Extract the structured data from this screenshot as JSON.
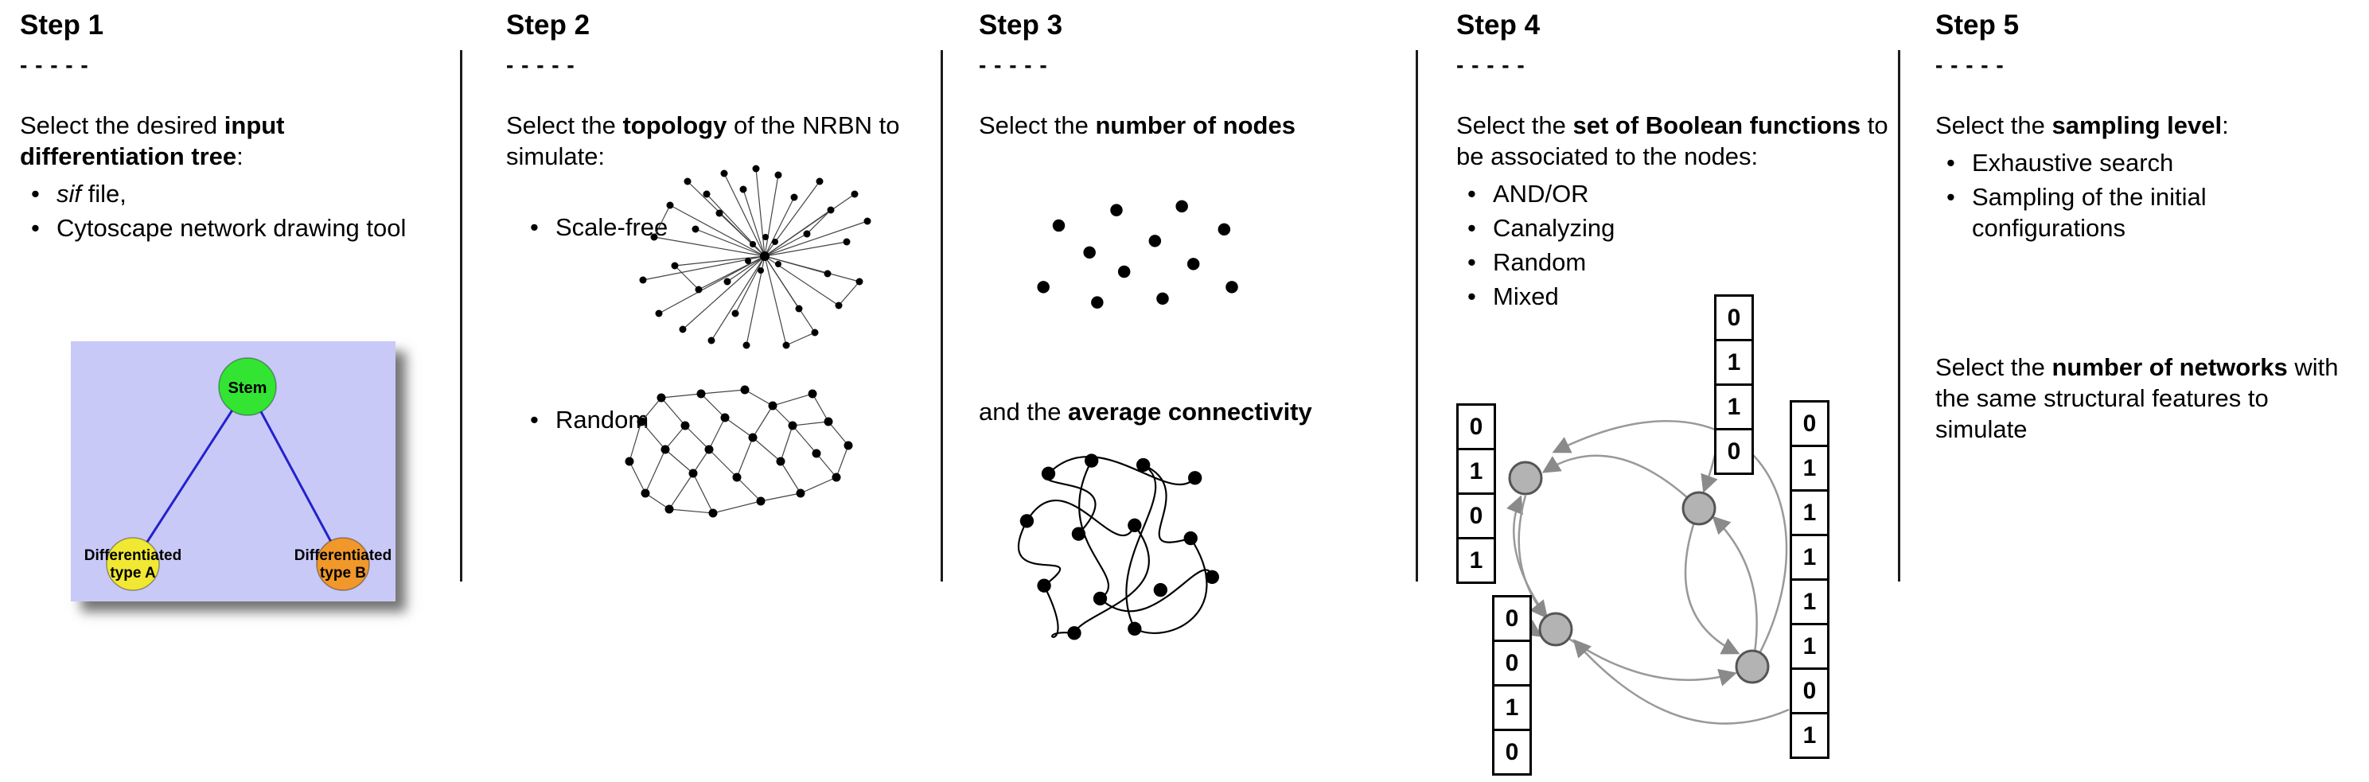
{
  "step1": {
    "heading": "Step 1",
    "dashes": "- - - - -",
    "p_pre": "Select the desired ",
    "p_bold": "input differentiation tree",
    "p_post": ":",
    "b1_italic": "sif",
    "b1_rest": " file,",
    "b2": "Cytoscape network drawing tool",
    "tree": {
      "bg_color": "#c9c9f8",
      "line_color": "#2222cc",
      "stem": {
        "label": "Stem",
        "color": "#33e433"
      },
      "type_a": {
        "line1": "Differentiated",
        "line2": "type A",
        "color": "#f0e832"
      },
      "type_b": {
        "line1": "Differentiated",
        "line2": "type B",
        "color": "#f0982a"
      }
    }
  },
  "step2": {
    "heading": "Step 2",
    "dashes": "- - - - -",
    "p_pre": "Select the ",
    "p_bold": "topology",
    "p_post": " of the NRBN to simulate:",
    "b1": "Scale-free",
    "b2": "Random"
  },
  "step3": {
    "heading": "Step 3",
    "dashes": "- - - - -",
    "p1_pre": "Select the ",
    "p1_bold": "number of nodes",
    "p2_pre": "and the ",
    "p2_bold": "average connectivity"
  },
  "step4": {
    "heading": "Step 4",
    "dashes": "- - - - -",
    "p_pre": "Select the ",
    "p_bold": "set of Boolean functions",
    "p_post": " to be associated to the nodes:",
    "bullets": [
      "AND/OR",
      "Canalyzing",
      "Random",
      "Mixed"
    ],
    "tables": {
      "left": [
        "0",
        "1",
        "0",
        "1"
      ],
      "top": [
        "0",
        "1",
        "1",
        "0"
      ],
      "right": [
        "0",
        "1",
        "1",
        "1",
        "1",
        "1",
        "0",
        "1"
      ],
      "bottom": [
        "0",
        "0",
        "1",
        "0"
      ]
    }
  },
  "step5": {
    "heading": "Step 5",
    "dashes": "- - - - -",
    "p1_pre": "Select the ",
    "p1_bold": "sampling level",
    "p1_post": ":",
    "b1": "Exhaustive search",
    "b2": "Sampling of the initial configurations",
    "p2_pre": "Select the ",
    "p2_bold": "number of networks",
    "p2_post": " with the same structural features to simulate"
  }
}
